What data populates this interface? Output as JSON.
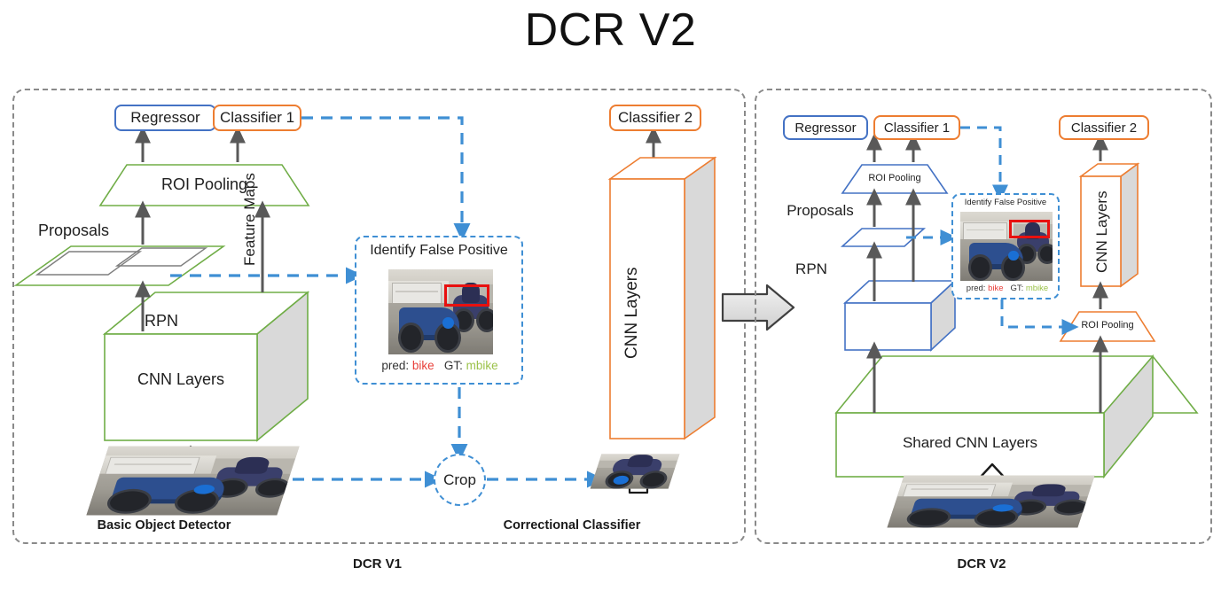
{
  "title": "DCR V2",
  "colors": {
    "blue_border": "#4472C4",
    "orange_border": "#ED7D31",
    "green_border": "#70AD47",
    "dashed_flow": "#3f8fd4",
    "panel_border": "#8a8a8a",
    "arrow_gray": "#595959",
    "pred_red": "#e8403a",
    "gt_green": "#9bc24a",
    "bbox_red": "#e8100f"
  },
  "panels": {
    "v1": {
      "caption": "DCR V1",
      "sections": {
        "detector": "Basic Object Detector",
        "corrector": "Correctional Classifier"
      },
      "nodes": {
        "regressor": "Regressor",
        "classifier1": "Classifier 1",
        "classifier2": "Classifier 2",
        "roi_pooling": "ROI Pooling",
        "proposals": "Proposals",
        "feature_maps": "Feature Maps",
        "rpn": "RPN",
        "cnn_layers": "CNN Layers",
        "cnn_layers_2": "CNN Layers",
        "crop": "Crop"
      },
      "identify_false_positive": {
        "title": "Identify False Positive",
        "pred_label": "pred:",
        "pred_value": "bike",
        "gt_label": "GT:",
        "gt_value": "mbike"
      }
    },
    "v2": {
      "caption": "DCR V2",
      "nodes": {
        "regressor": "Regressor",
        "classifier1": "Classifier 1",
        "classifier2": "Classifier 2",
        "roi_pooling_1": "ROI Pooling",
        "roi_pooling_2": "ROI Pooling",
        "proposals": "Proposals",
        "rpn": "RPN",
        "cnn_layers": "CNN Layers",
        "shared_cnn_layers": "Shared CNN Layers"
      },
      "identify_false_positive": {
        "title": "Identify False Positive",
        "pred_label": "pred:",
        "pred_value": "bike",
        "gt_label": "GT:",
        "gt_value": "mbike"
      }
    }
  }
}
